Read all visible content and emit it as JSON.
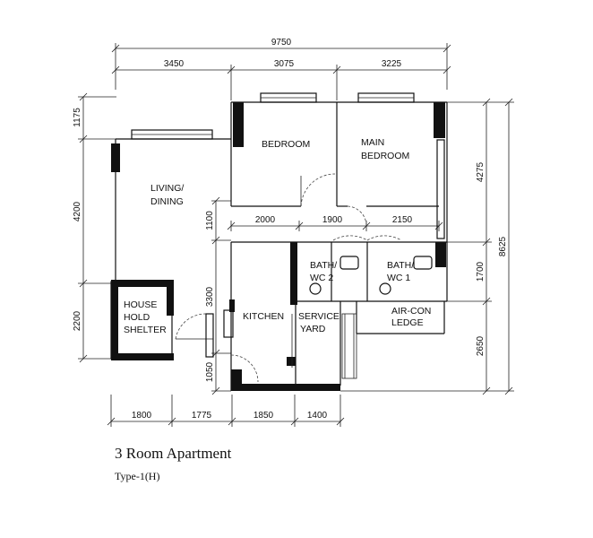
{
  "dimensions": {
    "top_total": "9750",
    "top_seg1": "3450",
    "top_seg2": "3075",
    "top_seg3": "3225",
    "mid_seg1": "2000",
    "mid_seg2": "1900",
    "mid_seg3": "2150",
    "bottom_seg1": "1800",
    "bottom_seg2": "1775",
    "bottom_seg3": "1850",
    "bottom_seg4": "1400",
    "left_seg1": "1175",
    "left_seg2": "4200",
    "left_seg3": "2200",
    "inner_left1": "1100",
    "inner_left2": "3300",
    "inner_left3": "1050",
    "right_seg1": "4275",
    "right_seg2": "1700",
    "right_seg3": "2650",
    "right_total": "8625"
  },
  "rooms": {
    "bedroom": "BEDROOM",
    "main_bedroom_l1": "MAIN",
    "main_bedroom_l2": "BEDROOM",
    "living_l1": "LIVING/",
    "living_l2": "DINING",
    "shelter_l1": "HOUSE",
    "shelter_l2": "HOLD",
    "shelter_l3": "SHELTER",
    "kitchen": "KITCHEN",
    "service_l1": "SERVICE",
    "service_l2": "YARD",
    "bath2_l1": "BATH/",
    "bath2_l2": "WC 2",
    "bath1_l1": "BATH/",
    "bath1_l2": "WC 1",
    "aircon_l1": "AIR-CON",
    "aircon_l2": "LEDGE"
  },
  "caption": {
    "title": "3 Room Apartment",
    "subtitle": "Type-1(H)"
  }
}
